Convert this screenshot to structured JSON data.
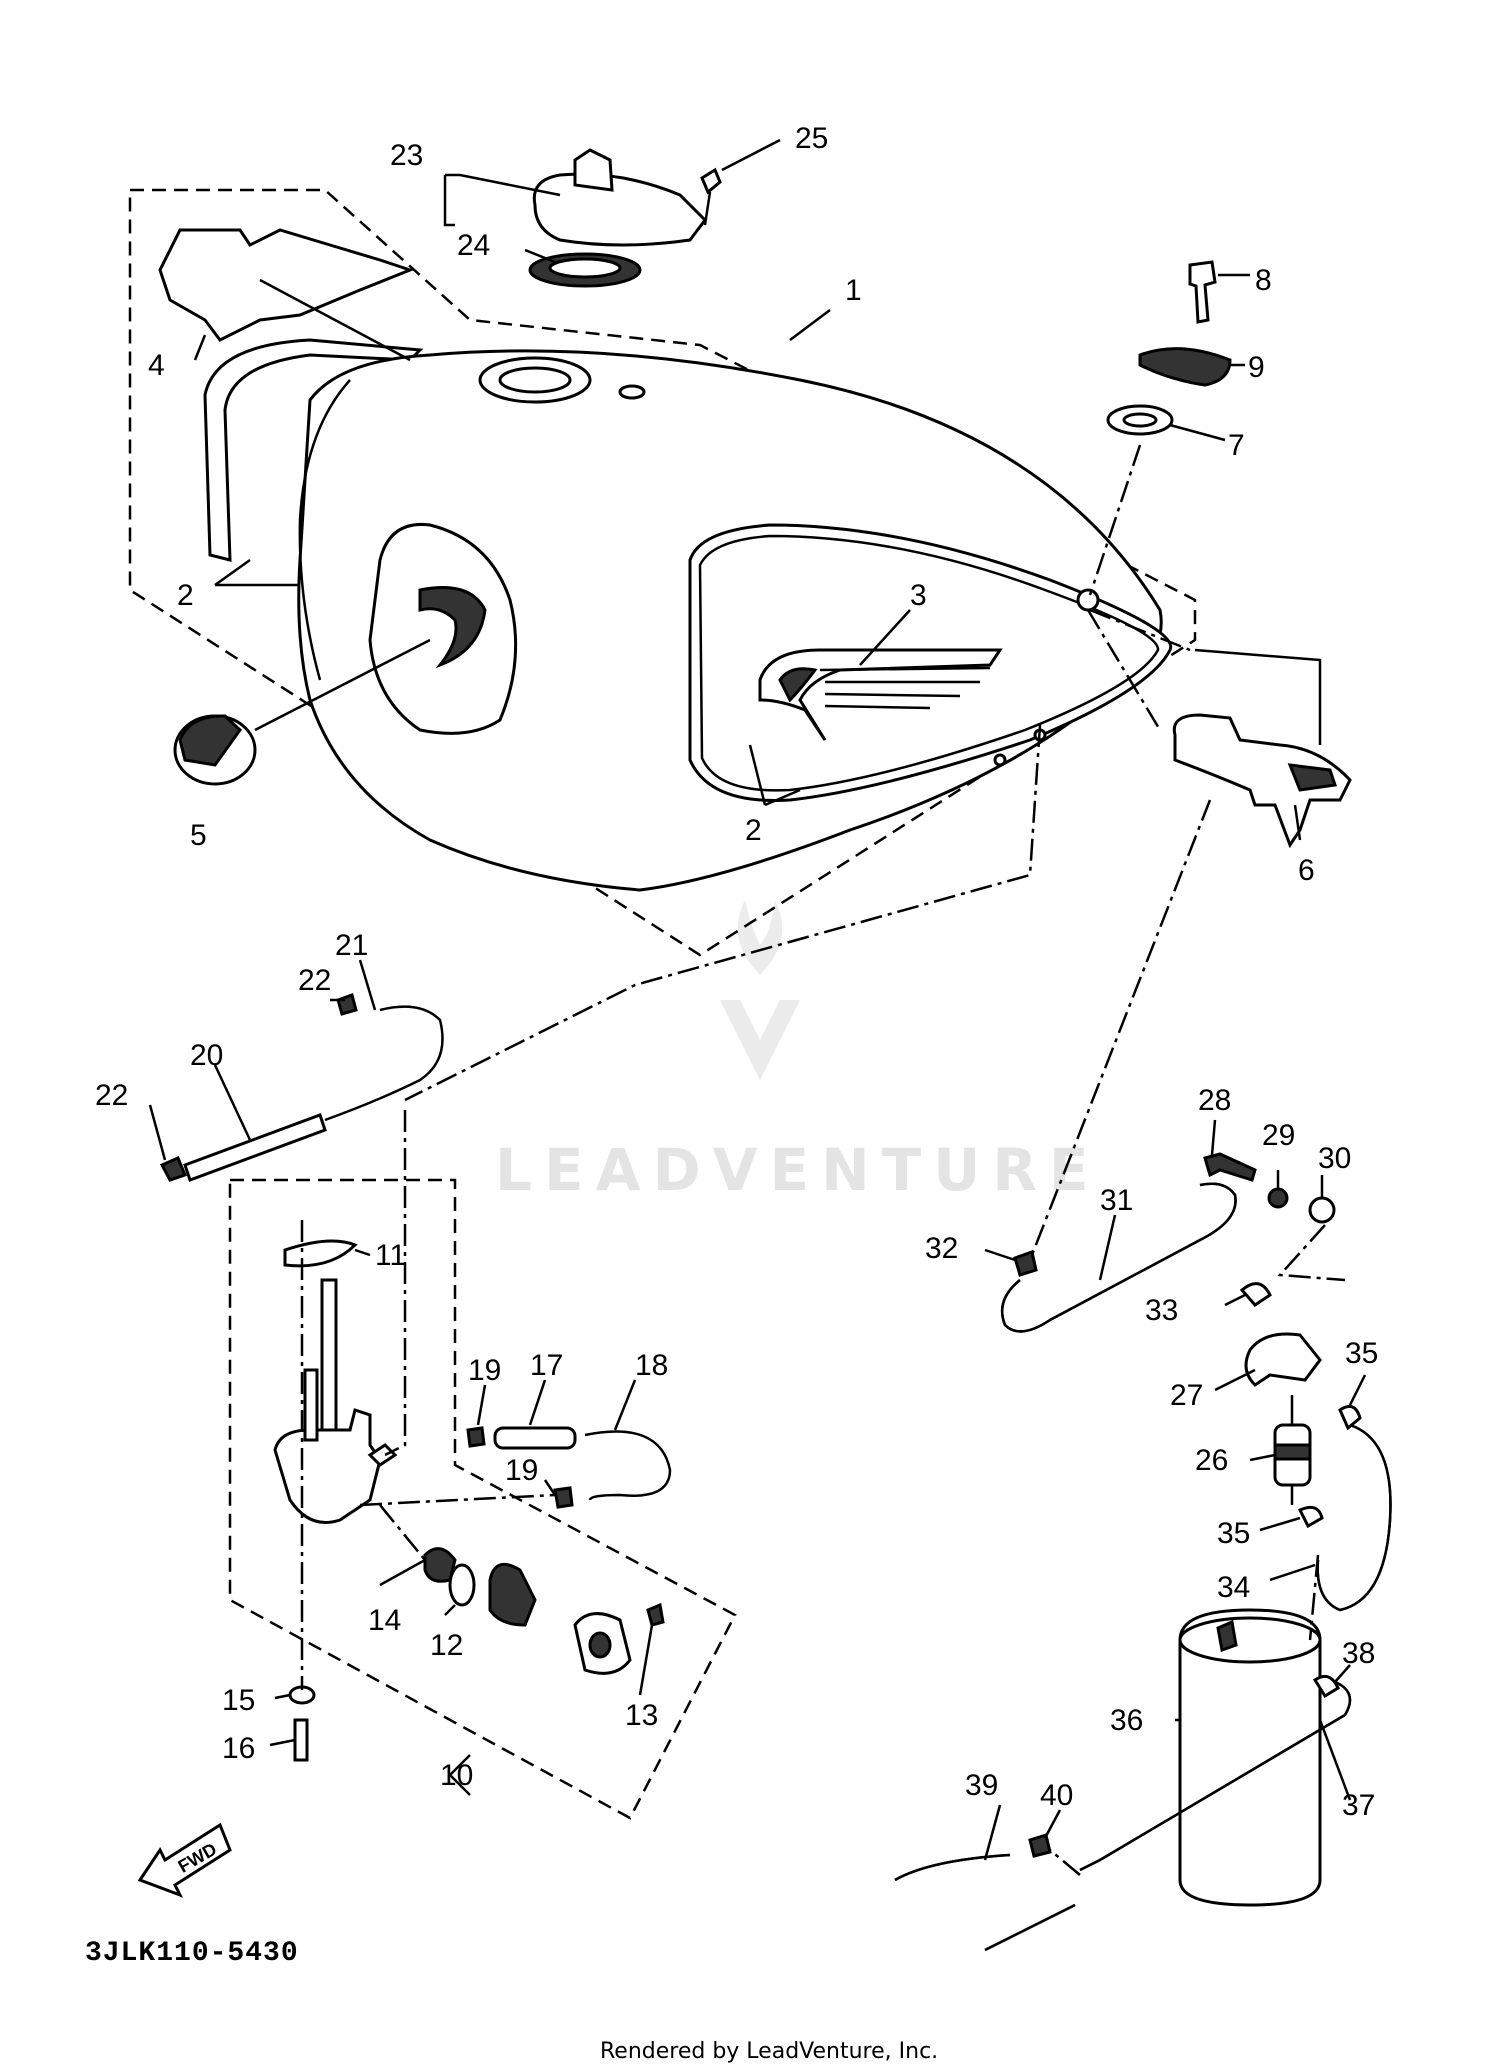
{
  "diagram": {
    "code": "3JLK110-5430",
    "credit": "Rendered by LeadVenture, Inc.",
    "watermark": "LEADVENTURE",
    "fwd_label": "FWD",
    "callouts": [
      {
        "id": "1",
        "text": "1"
      },
      {
        "id": "2a",
        "text": "2"
      },
      {
        "id": "2b",
        "text": "2"
      },
      {
        "id": "3",
        "text": "3"
      },
      {
        "id": "4",
        "text": "4"
      },
      {
        "id": "5",
        "text": "5"
      },
      {
        "id": "6",
        "text": "6"
      },
      {
        "id": "7",
        "text": "7"
      },
      {
        "id": "8",
        "text": "8"
      },
      {
        "id": "9",
        "text": "9"
      },
      {
        "id": "10",
        "text": "10"
      },
      {
        "id": "11",
        "text": "11"
      },
      {
        "id": "12",
        "text": "12"
      },
      {
        "id": "13",
        "text": "13"
      },
      {
        "id": "14",
        "text": "14"
      },
      {
        "id": "15",
        "text": "15"
      },
      {
        "id": "16",
        "text": "16"
      },
      {
        "id": "17",
        "text": "17"
      },
      {
        "id": "18",
        "text": "18"
      },
      {
        "id": "19a",
        "text": "19"
      },
      {
        "id": "19b",
        "text": "19"
      },
      {
        "id": "20",
        "text": "20"
      },
      {
        "id": "21",
        "text": "21"
      },
      {
        "id": "22a",
        "text": "22"
      },
      {
        "id": "22b",
        "text": "22"
      },
      {
        "id": "23",
        "text": "23"
      },
      {
        "id": "24",
        "text": "24"
      },
      {
        "id": "25",
        "text": "25"
      },
      {
        "id": "26",
        "text": "26"
      },
      {
        "id": "27",
        "text": "27"
      },
      {
        "id": "28",
        "text": "28"
      },
      {
        "id": "29",
        "text": "29"
      },
      {
        "id": "30",
        "text": "30"
      },
      {
        "id": "31",
        "text": "31"
      },
      {
        "id": "32",
        "text": "32"
      },
      {
        "id": "33",
        "text": "33"
      },
      {
        "id": "34",
        "text": "34"
      },
      {
        "id": "35a",
        "text": "35"
      },
      {
        "id": "35b",
        "text": "35"
      },
      {
        "id": "36",
        "text": "36"
      },
      {
        "id": "37",
        "text": "37"
      },
      {
        "id": "38",
        "text": "38"
      },
      {
        "id": "39",
        "text": "39"
      },
      {
        "id": "40",
        "text": "40"
      }
    ]
  }
}
